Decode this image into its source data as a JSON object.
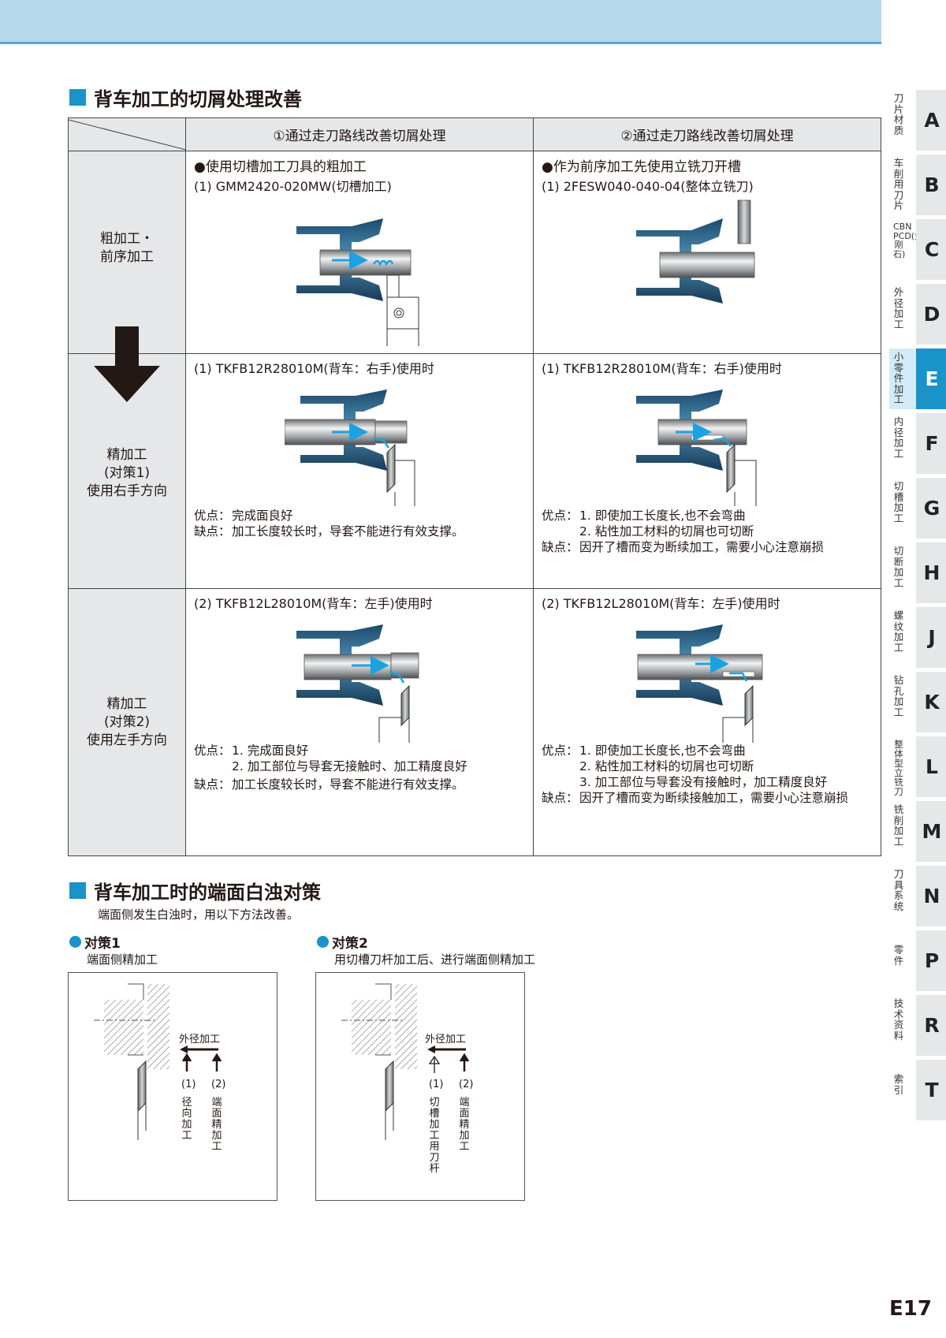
{
  "header": {
    "accent_color": "#1a93c9"
  },
  "section1": {
    "title": "背车加工的切屑处理改善",
    "col1_header": "①通过走刀路线改善切屑处理",
    "col2_header": "②通过走刀路线改善切屑处理",
    "row1_label_a": "粗加工・",
    "row1_label_b": "前序加工",
    "row2_label_a": "精加工",
    "row2_label_b": "(对策1)",
    "row2_label_c": "使用右手方向",
    "row3_label_a": "精加工",
    "row3_label_b": "(对策2)",
    "row3_label_c": "使用左手方向",
    "r1c1_title": "●使用切槽加工刀具的粗加工",
    "r1c1_sub": "(1) GMM2420-020MW(切槽加工)",
    "r1c2_title": "●作为前序加工先使用立铣刀开槽",
    "r1c2_sub": "(1) 2FESW040-040-04(整体立铣刀)",
    "r2c1_sub": "(1) TKFB12R28010M(背车：右手)使用时",
    "r2c1_n1k": "优点：",
    "r2c1_n1v": "完成面良好",
    "r2c1_n2k": "缺点：",
    "r2c1_n2v": "加工长度较长时，导套不能进行有效支撑。",
    "r2c2_sub": "(1) TKFB12R28010M(背车：右手)使用时",
    "r2c2_n1k": "优点：",
    "r2c2_n1v": "1. 即使加工长度长,也不会弯曲",
    "r2c2_n2v": "2. 粘性加工材料的切屑也可切断",
    "r2c2_n3k": "缺点：",
    "r2c2_n3v": "因开了槽而变为断续加工，需要小心注意崩损",
    "r3c1_sub": "(2) TKFB12L28010M(背车：左手)使用时",
    "r3c1_n1k": "优点：",
    "r3c1_n1v": "1. 完成面良好",
    "r3c1_n2v": "2. 加工部位与导套无接触时、加工精度良好",
    "r3c1_n3k": "缺点：",
    "r3c1_n3v": "加工长度较长时，导套不能进行有效支撑。",
    "r3c2_sub": "(2) TKFB12L28010M(背车：左手)使用时",
    "r3c2_n1k": "优点：",
    "r3c2_n1v": "1. 即使加工长度长,也不会弯曲",
    "r3c2_n2v": "2. 粘性加工材料的切屑也可切断",
    "r3c2_n3v": "3. 加工部位与导套没有接触时，加工精度良好",
    "r3c2_n4k": "缺点：",
    "r3c2_n4v": "因开了槽而变为断续接触加工，需要小心注意崩损"
  },
  "section2": {
    "title": "背车加工时的端面白浊对策",
    "desc": "端面侧发生白浊时，用以下方法改善。",
    "m1_title": "对策1",
    "m1_desc": "端面侧精加工",
    "m1_label": "外径加工",
    "m1_s1n": "(1)",
    "m1_s1": "径向加工",
    "m1_s2n": "(2)",
    "m1_s2": "端面精加工",
    "m2_title": "对策2",
    "m2_desc": "用切槽刀杆加工后、进行端面侧精加工",
    "m2_label": "外径加工",
    "m2_s1n": "(1)",
    "m2_s1": "切槽加工用刀杆",
    "m2_s2n": "(2)",
    "m2_s2": "端面精加工"
  },
  "tabs": [
    {
      "v": "刀片材质",
      "l": "A"
    },
    {
      "v": "车削用刀片",
      "l": "B"
    },
    {
      "v": "CBN PCD(金刚石)",
      "l": "C"
    },
    {
      "v": "外径加工",
      "l": "D"
    },
    {
      "v": "小零件加工",
      "l": "E"
    },
    {
      "v": "内径加工",
      "l": "F"
    },
    {
      "v": "切槽加工",
      "l": "G"
    },
    {
      "v": "切断加工",
      "l": "H"
    },
    {
      "v": "螺纹加工",
      "l": "J"
    },
    {
      "v": "钻孔加工",
      "l": "K"
    },
    {
      "v": "整体型立铣刀",
      "l": "L"
    },
    {
      "v": "铣削加工",
      "l": "M"
    },
    {
      "v": "刀具系统",
      "l": "N"
    },
    {
      "v": "零件",
      "l": "P"
    },
    {
      "v": "技术资料",
      "l": "R"
    },
    {
      "v": "索引",
      "l": "T"
    }
  ],
  "active_tab": "E",
  "page_number": "E17"
}
